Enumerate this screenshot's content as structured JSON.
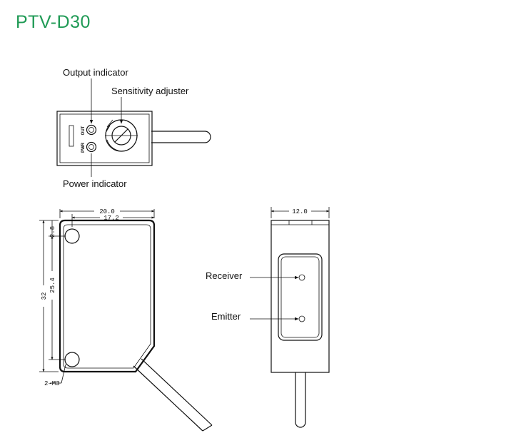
{
  "title": "PTV-D30",
  "top_view": {
    "output_indicator": "Output indicator",
    "sensitivity_adjuster": "Sensitivity adjuster",
    "power_indicator": "Power indicator",
    "out_mark": "OUT",
    "pwr_mark": "PWR"
  },
  "side_view": {
    "dim_width": "20.0",
    "dim_inner_width": "17.2",
    "dim_height": "32",
    "dim_hole_pitch": "25.4",
    "dim_hole_offset": "2.8",
    "hole_note": "2–M3"
  },
  "front_view": {
    "dim_width": "12.0",
    "receiver": "Receiver",
    "emitter": "Emitter"
  }
}
